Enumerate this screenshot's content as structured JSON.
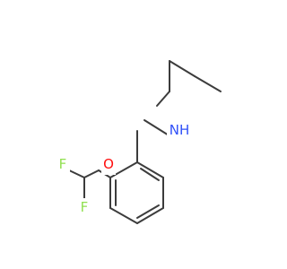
{
  "molecule": {
    "atoms": {
      "nitrogen": {
        "label": "NH",
        "color": "#3050f8"
      },
      "oxygen": {
        "label": "O",
        "color": "#ff0d0d"
      },
      "fluorine_1": {
        "label": "F",
        "color": "#90e050"
      },
      "fluorine_2": {
        "label": "F",
        "color": "#90e050"
      }
    },
    "bond_color": "#3c3c3c",
    "background": "#ffffff"
  }
}
